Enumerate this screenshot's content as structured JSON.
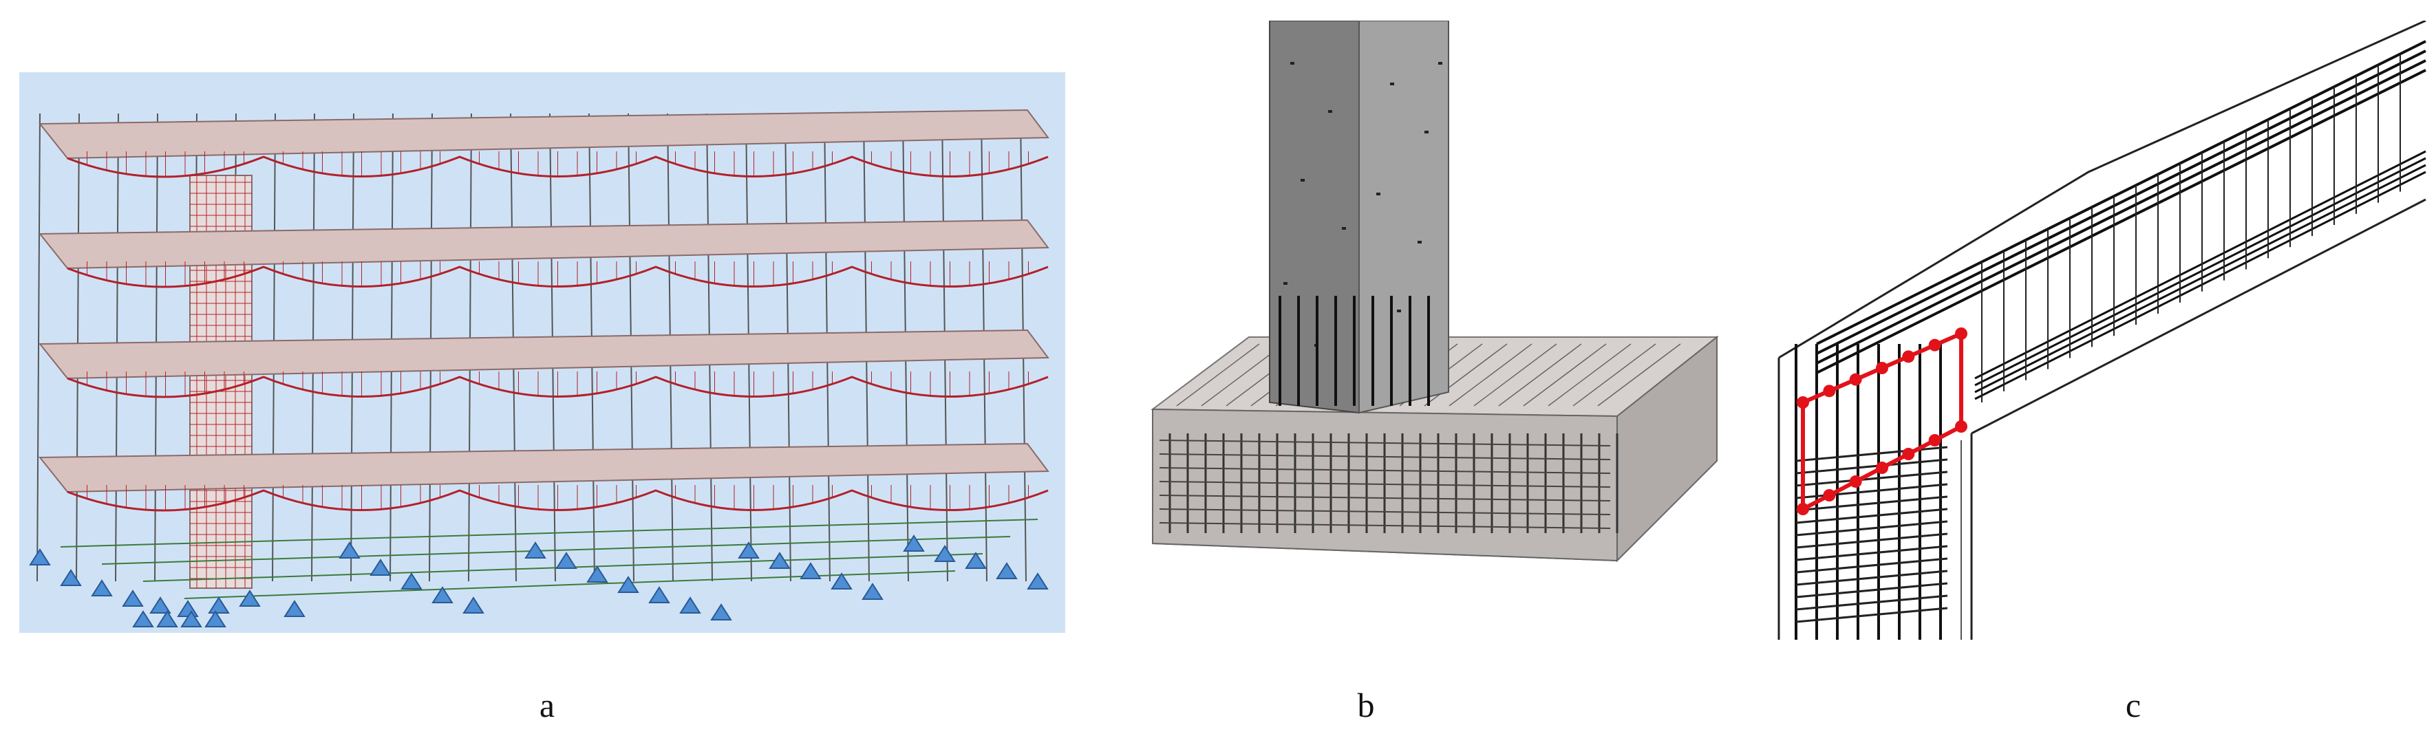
{
  "colors": {
    "panel_a_background": "#cfe2f5",
    "slab_fill": "#d8c2bf",
    "deformation_red": "#b3202a",
    "support_blue": "#4d8ed4",
    "concrete_gray": "#8c8c8c",
    "footing_gray": "#c9c4c2",
    "rebar_black": "#111111",
    "highlight_red": "#e3121a"
  },
  "captions": {
    "a": "a",
    "b": "b",
    "c": "c"
  }
}
